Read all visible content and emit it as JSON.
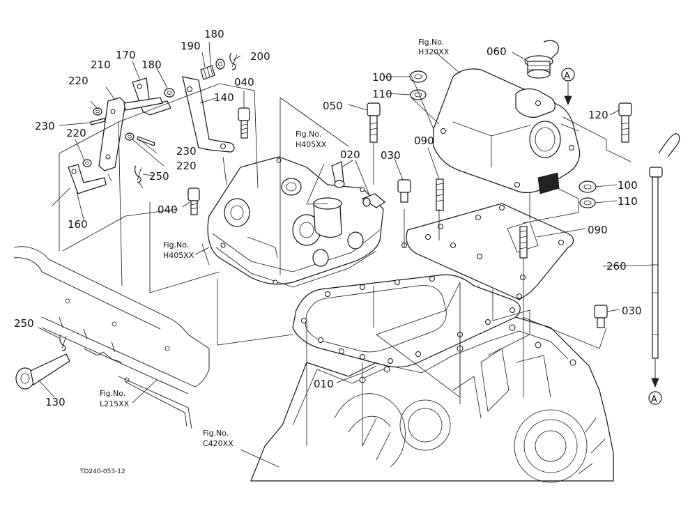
{
  "labels": {
    "p010": "010",
    "p020": "020",
    "p030a": "030",
    "p030b": "030",
    "p040a": "040",
    "p040b": "040",
    "p050": "050",
    "p060": "060",
    "p090a": "090",
    "p090b": "090",
    "p100a": "100",
    "p100b": "100",
    "p110a": "110",
    "p110b": "110",
    "p120": "120",
    "p130": "130",
    "p140": "140",
    "p160": "160",
    "p170": "170",
    "p180a": "180",
    "p180b": "180",
    "p190": "190",
    "p200": "200",
    "p210": "210",
    "p220a": "220",
    "p220b": "220",
    "p220c": "220",
    "p230a": "230",
    "p230b": "230",
    "p250a": "250",
    "p250b": "250",
    "p260": "260"
  },
  "figrefs": {
    "fig_h320": {
      "line1": "Fig.No.",
      "line2": "H320XX"
    },
    "fig_h405_top": {
      "line1": "Fig.No.",
      "line2": "H405XX"
    },
    "fig_h405_left": {
      "line1": "Fig.No.",
      "line2": "H405XX"
    },
    "fig_l215": {
      "line1": "Fig.No.",
      "line2": "L215XX"
    },
    "fig_c420": {
      "line1": "Fig.No.",
      "line2": "C420XX"
    }
  },
  "markers": {
    "a_top": "A",
    "a_bottom": "A"
  },
  "drawing_code": "TD240-053-12"
}
